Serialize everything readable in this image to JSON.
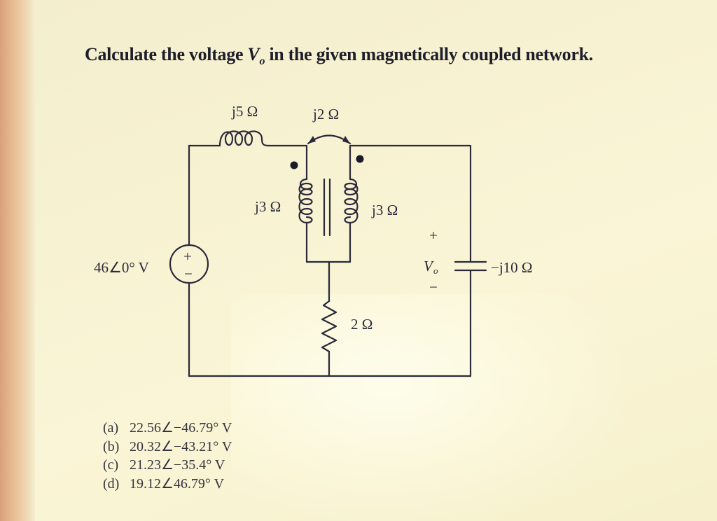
{
  "question": {
    "prefix": "Calculate the voltage ",
    "var": "V",
    "sub": "o",
    "suffix": " in the given magnetically coupled network."
  },
  "circuit": {
    "series_inductor": "j5 Ω",
    "mutual_inductance": "j2 Ω",
    "primary_coil": "j3 Ω",
    "secondary_coil": "j3 Ω",
    "source": "46∠0° V",
    "source_plus": "+",
    "source_minus": "−",
    "vo_plus": "+",
    "vo_label": "V",
    "vo_sub": "o",
    "vo_minus": "−",
    "capacitor": "−j10 Ω",
    "resistor": "2 Ω"
  },
  "answers": [
    {
      "key": "(a)",
      "value": "22.56∠−46.79° V"
    },
    {
      "key": "(b)",
      "value": "20.32∠−43.21° V"
    },
    {
      "key": "(c)",
      "value": "21.23∠−35.4° V"
    },
    {
      "key": "(d)",
      "value": "19.12∠46.79° V"
    }
  ]
}
